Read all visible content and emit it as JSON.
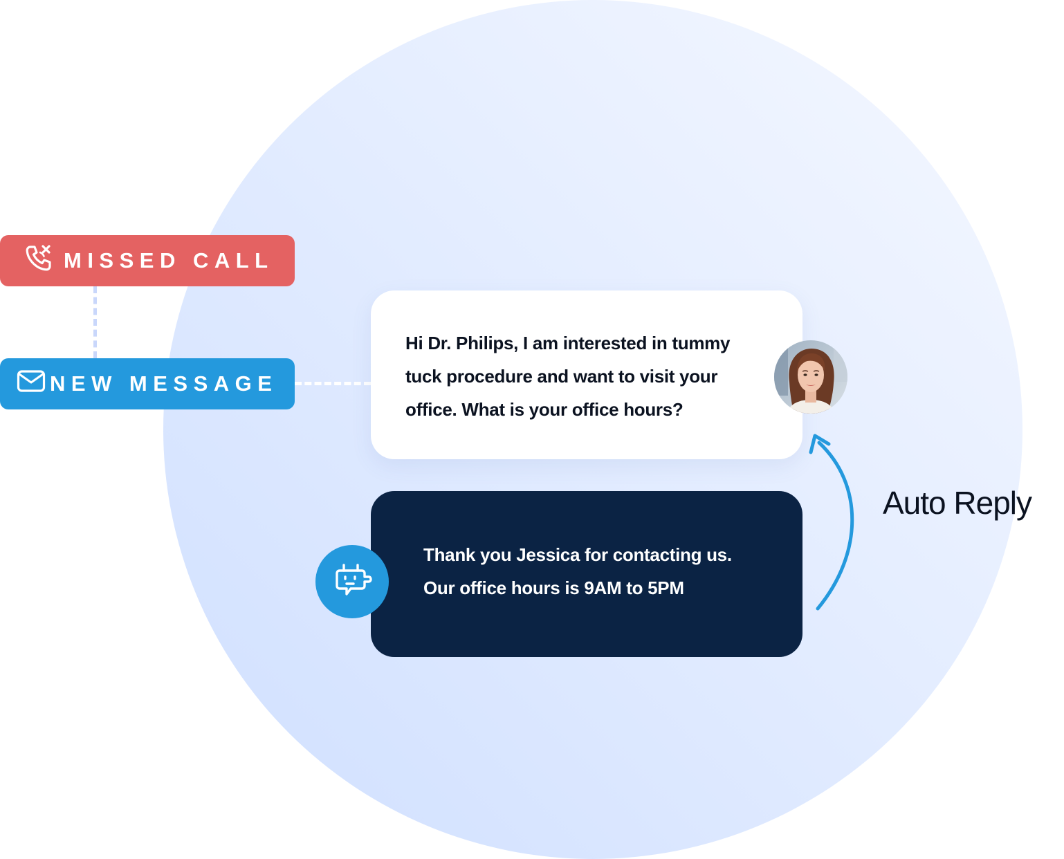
{
  "badges": {
    "missed_call": {
      "label": "MISSED CALL",
      "icon": "phone-missed-icon",
      "color": "#e46262"
    },
    "new_message": {
      "label": "NEW MESSAGE",
      "icon": "envelope-icon",
      "color": "#2499dd"
    }
  },
  "conversation": {
    "incoming": {
      "lines": [
        "Hi Dr. Philips, I am interested in tummy",
        "tuck procedure and want  to visit your",
        "office. What is your office hours?"
      ],
      "avatar_icon": "user-avatar-photo"
    },
    "reply": {
      "lines": [
        "Thank you Jessica for contacting us.",
        "Our office hours is 9AM to 5PM"
      ],
      "avatar_icon": "robot-chat-icon",
      "bubble_color": "#0b2344"
    }
  },
  "annotation": {
    "label": "Auto Reply",
    "arrow_color": "#2499dd"
  }
}
